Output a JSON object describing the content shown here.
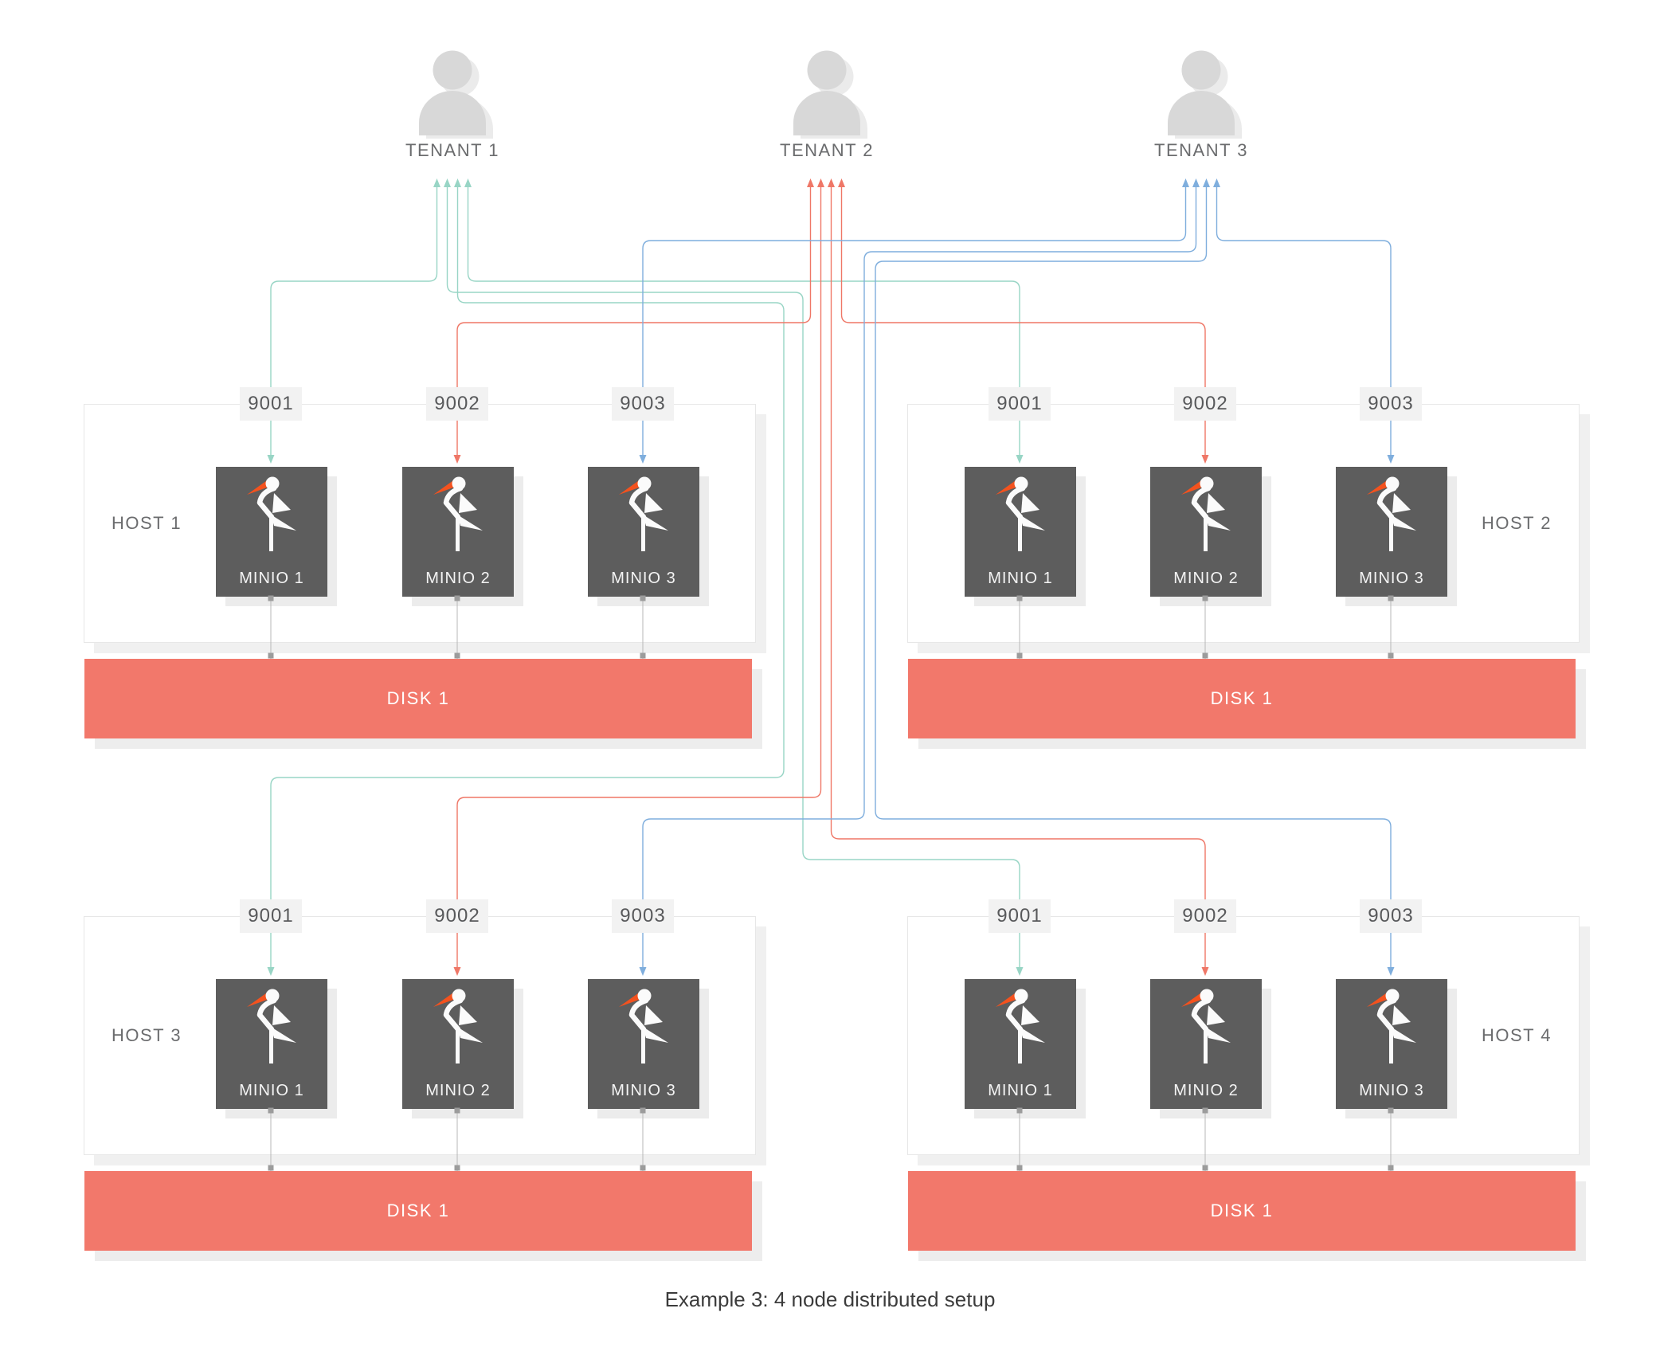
{
  "diagram": {
    "caption": "Example 3: 4 node distributed setup",
    "tenants": [
      {
        "label": "TENANT 1",
        "color": "#98d5c5"
      },
      {
        "label": "TENANT 2",
        "color": "#ef7767"
      },
      {
        "label": "TENANT 3",
        "color": "#7faedd"
      }
    ],
    "hosts": [
      {
        "label": "HOST 1",
        "ports": [
          "9001",
          "9002",
          "9003"
        ],
        "instances": [
          "MINIO 1",
          "MINIO 2",
          "MINIO 3"
        ],
        "disk_label": "DISK 1"
      },
      {
        "label": "HOST 2",
        "ports": [
          "9001",
          "9002",
          "9003"
        ],
        "instances": [
          "MINIO 1",
          "MINIO 2",
          "MINIO 3"
        ],
        "disk_label": "DISK 1"
      },
      {
        "label": "HOST 3",
        "ports": [
          "9001",
          "9002",
          "9003"
        ],
        "instances": [
          "MINIO 1",
          "MINIO 2",
          "MINIO 3"
        ],
        "disk_label": "DISK 1"
      },
      {
        "label": "HOST 4",
        "ports": [
          "9001",
          "9002",
          "9003"
        ],
        "instances": [
          "MINIO 1",
          "MINIO 2",
          "MINIO 3"
        ],
        "disk_label": "DISK 1"
      }
    ],
    "connections": [
      {
        "tenant": "TENANT 1",
        "host": "HOST 1",
        "port": "9001"
      },
      {
        "tenant": "TENANT 1",
        "host": "HOST 2",
        "port": "9001"
      },
      {
        "tenant": "TENANT 1",
        "host": "HOST 3",
        "port": "9001"
      },
      {
        "tenant": "TENANT 1",
        "host": "HOST 4",
        "port": "9001"
      },
      {
        "tenant": "TENANT 2",
        "host": "HOST 1",
        "port": "9002"
      },
      {
        "tenant": "TENANT 2",
        "host": "HOST 2",
        "port": "9002"
      },
      {
        "tenant": "TENANT 2",
        "host": "HOST 3",
        "port": "9002"
      },
      {
        "tenant": "TENANT 2",
        "host": "HOST 4",
        "port": "9002"
      },
      {
        "tenant": "TENANT 3",
        "host": "HOST 1",
        "port": "9003"
      },
      {
        "tenant": "TENANT 3",
        "host": "HOST 2",
        "port": "9003"
      },
      {
        "tenant": "TENANT 3",
        "host": "HOST 3",
        "port": "9003"
      },
      {
        "tenant": "TENANT 3",
        "host": "HOST 4",
        "port": "9003"
      }
    ],
    "colors": {
      "tenant_1_line": "#98d5c5",
      "tenant_2_line": "#ef7767",
      "tenant_3_line": "#7faedd",
      "minio_box": "#5d5d5d",
      "stork_beak": "#f4521e",
      "disk": "#f2786b",
      "port_badge_bg": "#f2f2f2",
      "person_icon": "#d8d8d8",
      "connector_gray": "#b7b7b7"
    },
    "icons": {
      "tenant": "person-icon",
      "minio": "stork-logo-icon"
    }
  }
}
